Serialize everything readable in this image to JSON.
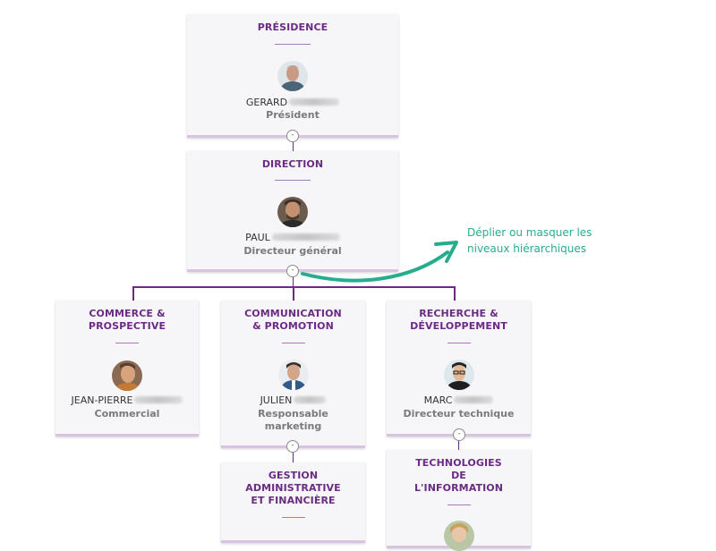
{
  "nodes": {
    "presidence": {
      "title_l1": "PRÉSIDENCE",
      "first_name": "GERARD",
      "role_l1": "Président"
    },
    "direction": {
      "title_l1": "DIRECTION",
      "first_name": "PAUL",
      "role_l1": "Directeur général"
    },
    "commerce": {
      "title_l1": "COMMERCE &",
      "title_l2": "PROSPECTIVE",
      "first_name": "JEAN-PIERRE",
      "role_l1": "Commercial"
    },
    "communication": {
      "title_l1": "COMMUNICATION",
      "title_l2": "& PROMOTION",
      "first_name": "JULIEN",
      "role_l1": "Responsable",
      "role_l2": "marketing"
    },
    "recherche": {
      "title_l1": "RECHERCHE &",
      "title_l2": "DÉVELOPPEMENT",
      "first_name": "MARC",
      "role_l1": "Directeur technique"
    },
    "gestion": {
      "title_l1": "GESTION",
      "title_l2": "ADMINISTRATIVE",
      "title_l3": "ET FINANCIÈRE"
    },
    "technologies": {
      "title_l1": "TECHNOLOGIES",
      "title_l2": "DE",
      "title_l3": "L'INFORMATION"
    }
  },
  "toggle_symbol": "-",
  "annotation": {
    "line1": "Déplier ou masquer les",
    "line2": "niveaux hiérarchiques"
  },
  "colors": {
    "title": "#6b2b84",
    "connector": "#6b2b84",
    "annotation": "#27ad8e",
    "card_bg": "#f6f5f7",
    "card_border": "#d9c3e3"
  },
  "icons": {
    "toggle": "minus-icon",
    "annotation_arrow": "curved-arrow-icon"
  }
}
